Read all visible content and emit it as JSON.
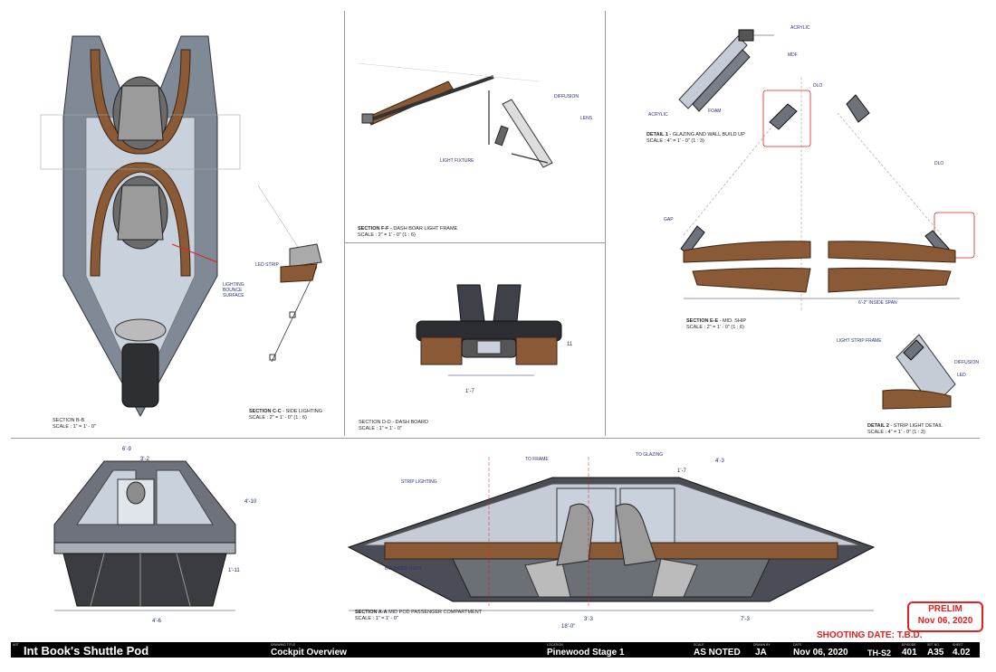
{
  "sections": {
    "b": {
      "title": "SECTION B-B",
      "scale": "SCALE : 1\" = 1' - 0\""
    },
    "c": {
      "title": "SECTION C-C",
      "title_suffix": " - SIDE LIGHTING",
      "scale": "SCALE : 2\" = 1' - 0\"  (1 : 6)"
    },
    "f": {
      "title": "SECTION F-F",
      "title_suffix": " - DASH BOAR LIGHT FRAME",
      "scale": "SCALE : 2\" = 1' - 0\"  (1 : 6)"
    },
    "d": {
      "title": "SECTION D-D",
      "title_suffix": " - DASH BOARD",
      "scale": "SCALE : 1\" = 1' - 0\""
    },
    "detail1": {
      "title": "DETAIL 1",
      "title_suffix": " - GLAZING AND WALL BUILD UP",
      "scale": "SCALE : 4\" = 1' - 0\"  (1 : 3)"
    },
    "e": {
      "title": "SECTION E-E",
      "title_suffix": " - MID. SHIP",
      "scale": "SCALE : 2\" = 1' - 0\"  (1 : 6)"
    },
    "detail2": {
      "title": "DETAIL 2",
      "title_suffix": " - STRIP LIGHT DETAIL",
      "scale": "SCALE : 4\" = 1' - 0\"  (1 : 3)"
    },
    "a": {
      "title": "SECTION A-A",
      "title_suffix": " MID POD PASSENGER COMPARTMENT",
      "scale": "SCALE : 1\" = 1' - 0\""
    }
  },
  "labels": {
    "led_strip": "LED STRIP",
    "lighting_bounce": "LIGHTING BOUNCE SURFACE",
    "diffusion": "DIFFUSION",
    "lens": "LENS",
    "light_fixture": "LIGHT FIXTURE",
    "acrylic_top": "ACRYLIC",
    "mdf": "MDF",
    "foam": "FOAM",
    "acrylic_left": "ACRYLIC",
    "gap": "GAP",
    "dlo_top": "DLO",
    "dlo_right": "DLO",
    "inside_span": "6'-2\" INSIDE SPAN",
    "light_strip_frame": "LIGHT STRIP FRAME",
    "diffusion_2": "DIFFUSION",
    "led": "LED",
    "strip_lighting": "STRIP LIGHTING",
    "to_frame": "TO FRAME",
    "to_glazing": "TO GLAZING",
    "bounced_light": "BOUNCED LIGHT"
  },
  "dims": {
    "front_width": "6'-9",
    "front_top": "3'-2",
    "front_height": "4'-10",
    "front_lower": "1'-11",
    "front_base": "4'-6",
    "side_length": "18'-0\"",
    "side_right": "7'-3",
    "side_center": "3'-3",
    "side_top_right": "4'-3",
    "side_top_small": "1'-7",
    "dash_width": "1'-7",
    "dash_height": "11"
  },
  "stamp": {
    "line1": "PRELIM",
    "line2": "Nov 06, 2020"
  },
  "shooting_date": "SHOOTING DATE:  T.B.D.",
  "title_block": {
    "art_caption": "ART",
    "project": "Int Book's Shuttle Pod",
    "drawing_title_caption": "DRAWING TITLE",
    "drawing_title": "Cockpit Overview",
    "location_caption": "LOCATION",
    "location": "Pinewood Stage 1",
    "scale_caption": "SCALE",
    "scale": "AS NOTED",
    "drawn_by_caption": "DRAWN BY",
    "drawn_by": "JA",
    "date_caption": "DATE",
    "date": "Nov 06, 2020",
    "code": "TH-S2",
    "episode_caption": "EPISODE",
    "episode": "401",
    "set_caption": "SET NO.",
    "set_no": "A35",
    "sheet_caption": "SHEET",
    "sheet": "4.02"
  },
  "colors": {
    "wood": "#8a5a36",
    "frame": "#4a4d55",
    "red": "#e0211c",
    "ink": "#1f2a6b"
  }
}
